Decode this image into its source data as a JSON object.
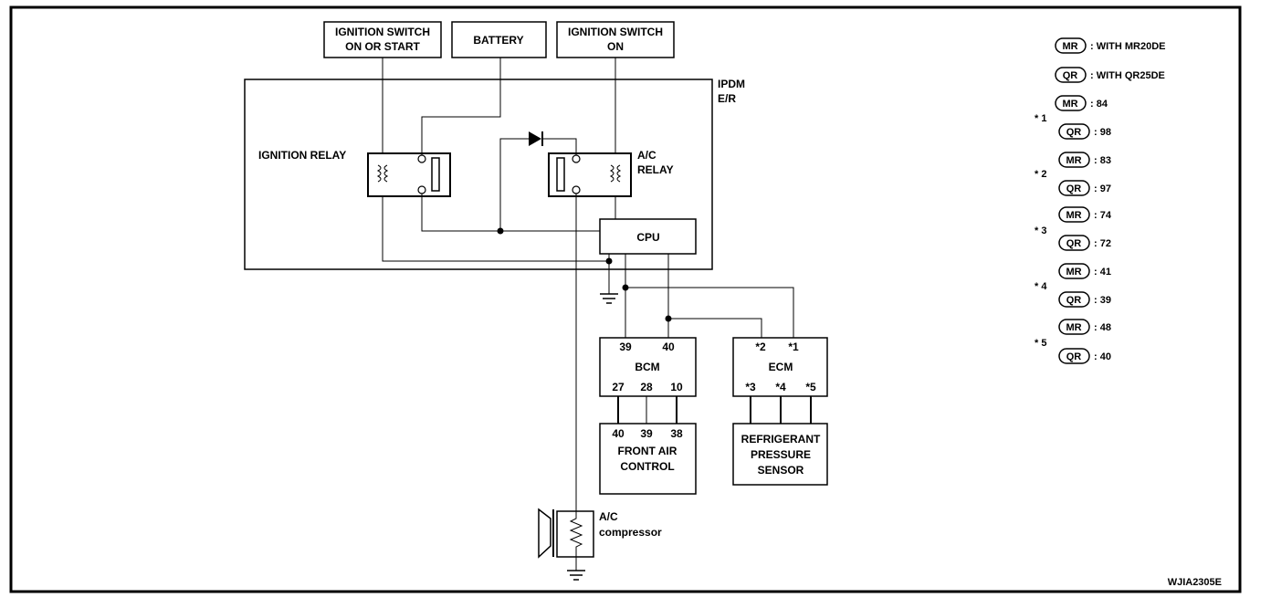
{
  "diagram": {
    "power_sources": {
      "ign_on_start": [
        "IGNITION SWITCH",
        "ON OR START"
      ],
      "battery": "BATTERY",
      "ign_on": [
        "IGNITION SWITCH",
        "ON"
      ]
    },
    "ipdm_label": [
      "IPDM",
      "E/R"
    ],
    "ignition_relay_label": "IGNITION RELAY",
    "ac_relay_label": [
      "A/C",
      "RELAY"
    ],
    "cpu_label": "CPU",
    "bcm": {
      "title": "BCM",
      "top_pins": [
        "39",
        "40"
      ],
      "bottom_pins": [
        "27",
        "28",
        "10"
      ]
    },
    "ecm": {
      "title": "ECM",
      "top_pins": [
        "*2",
        "*1"
      ],
      "bottom_pins": [
        "*3",
        "*4",
        "*5"
      ]
    },
    "front_air_control": {
      "pins": [
        "40",
        "39",
        "38"
      ],
      "title": [
        "FRONT AIR",
        "CONTROL"
      ]
    },
    "refrigerant_sensor": [
      "REFRIGERANT",
      "PRESSURE",
      "SENSOR"
    ],
    "compressor_label": [
      "A/C",
      "compressor"
    ],
    "figure_id": "WJIA2305E"
  },
  "legend": {
    "badges": {
      "mr": "MR",
      "qr": "QR"
    },
    "with_mr": ": WITH MR20DE",
    "with_qr": ": WITH QR25DE",
    "groups": [
      {
        "label": "* 1",
        "mr": ": 84",
        "qr": ": 98"
      },
      {
        "label": "* 2",
        "mr": ": 83",
        "qr": ": 97"
      },
      {
        "label": "* 3",
        "mr": ": 74",
        "qr": ": 72"
      },
      {
        "label": "* 4",
        "mr": ": 41",
        "qr": ": 39"
      },
      {
        "label": "* 5",
        "mr": ": 48",
        "qr": ": 40"
      }
    ]
  }
}
